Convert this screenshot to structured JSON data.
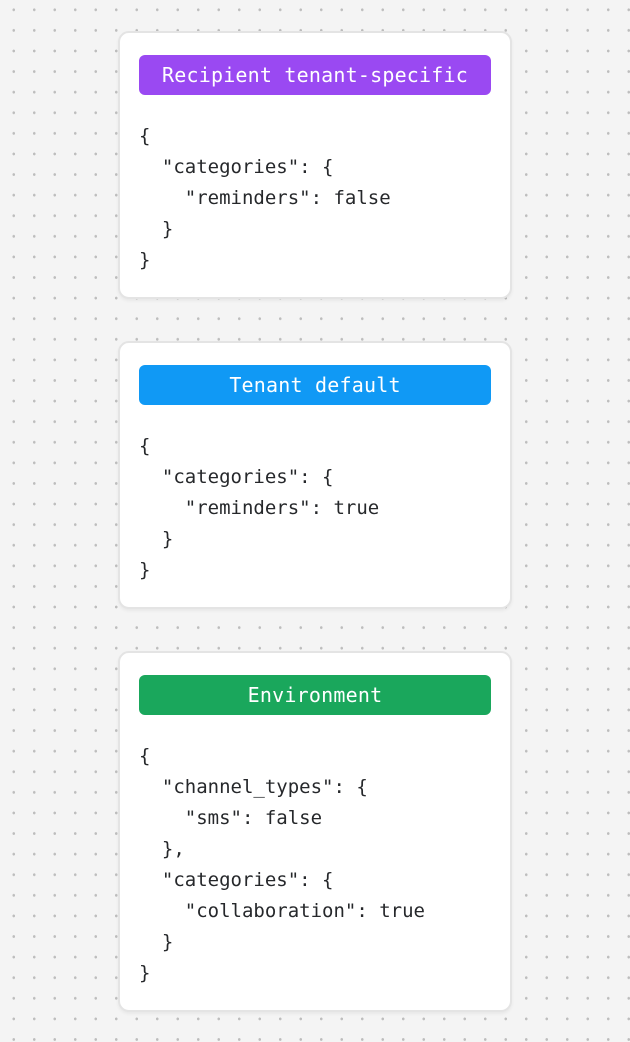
{
  "canvas": {
    "background_color": "#f4f4f4",
    "dot_color": "#bdbdbd",
    "card_background": "#ffffff",
    "card_border_color": "#e4e4e4",
    "code_text_color": "#26282b"
  },
  "cards": [
    {
      "id": "recipient-tenant-specific",
      "badge_label": "Recipient tenant-specific",
      "badge_color": "#9a49f2",
      "badge_text_color": "#ffffff",
      "code_lines": [
        "{",
        "  \"categories\": {",
        "    \"reminders\": false",
        "  }",
        "}"
      ]
    },
    {
      "id": "tenant-default",
      "badge_label": "Tenant default",
      "badge_color": "#1099f5",
      "badge_text_color": "#ffffff",
      "code_lines": [
        "{",
        "  \"categories\": {",
        "    \"reminders\": true",
        "  }",
        "}"
      ]
    },
    {
      "id": "environment",
      "badge_label": "Environment",
      "badge_color": "#1aa75c",
      "badge_text_color": "#ffffff",
      "code_lines": [
        "{",
        "  \"channel_types\": {",
        "    \"sms\": false",
        "  },",
        "  \"categories\": {",
        "    \"collaboration\": true",
        "  }",
        "}"
      ]
    }
  ]
}
